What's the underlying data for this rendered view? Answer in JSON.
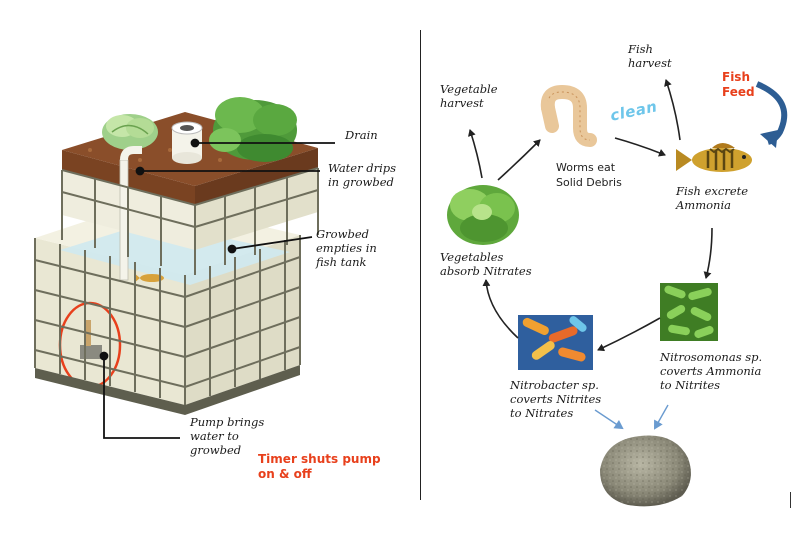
{
  "left_labels": {
    "drain": "Drain",
    "water_drips": "Water drips\nin growbed",
    "growbed_empties": "Growbed\nempties in\nfish tank",
    "pump": "Pump brings\nwater to\ngrowbed",
    "timer": "Timer shuts pump\non & off"
  },
  "right_labels": {
    "vegetable_harvest": "Vegetable\nharvest",
    "fish_harvest": "Fish\nharvest",
    "fish_feed": "Fish\nFeed",
    "clean": "clean",
    "worms": "Worms eat\nSolid Debris",
    "fish_excrete": "Fish excrete\nAmmonia",
    "vegetables_absorb": "Vegetables\nabsorb Nitrates",
    "nitrosomonas": "Nitrosomonas sp.\ncoverts Ammonia\nto Nitrites",
    "nitrobacter": "Nitrobacter sp.\ncoverts Nitrites\nto Nitrates"
  },
  "colors": {
    "accent_red": "#e8401c",
    "clean_blue": "#6ec6ea",
    "feed_arrow": "#2d5d93",
    "frame": "#6e6e5c",
    "tank": "#f0eedd",
    "water": "#cfe9ef"
  },
  "icons": [
    "lettuce-icon",
    "worm-icon",
    "fish-icon",
    "bacteria-icon",
    "rock-icon"
  ]
}
